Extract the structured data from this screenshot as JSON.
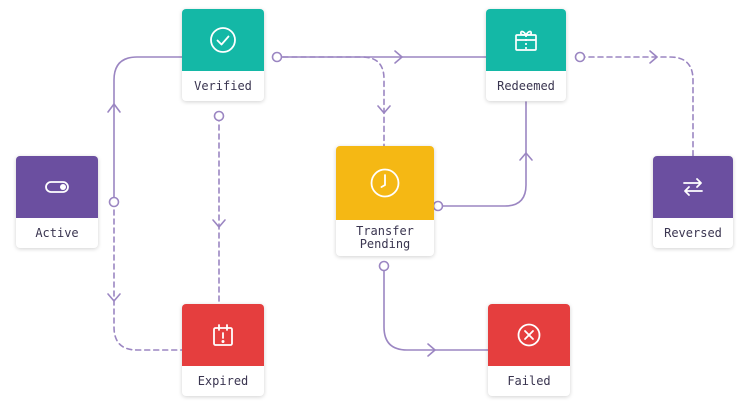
{
  "colors": {
    "edge": "#9b86c2",
    "active": "#6b4fa0",
    "verified": "#14b8a6",
    "redeemed": "#14b8a6",
    "pending": "#f5b814",
    "expired": "#e53e3e",
    "failed": "#e53e3e",
    "reversed": "#6b4fa0"
  },
  "nodes": {
    "active": {
      "label": "Active",
      "icon": "toggle-icon"
    },
    "verified": {
      "label": "Verified",
      "icon": "check-circle-icon"
    },
    "pending": {
      "label": "Transfer\nPending",
      "icon": "clock-icon"
    },
    "redeemed": {
      "label": "Redeemed",
      "icon": "gift-icon"
    },
    "reversed": {
      "label": "Reversed",
      "icon": "swap-arrows-icon"
    },
    "expired": {
      "label": "Expired",
      "icon": "calendar-alert-icon"
    },
    "failed": {
      "label": "Failed",
      "icon": "x-circle-icon"
    }
  }
}
